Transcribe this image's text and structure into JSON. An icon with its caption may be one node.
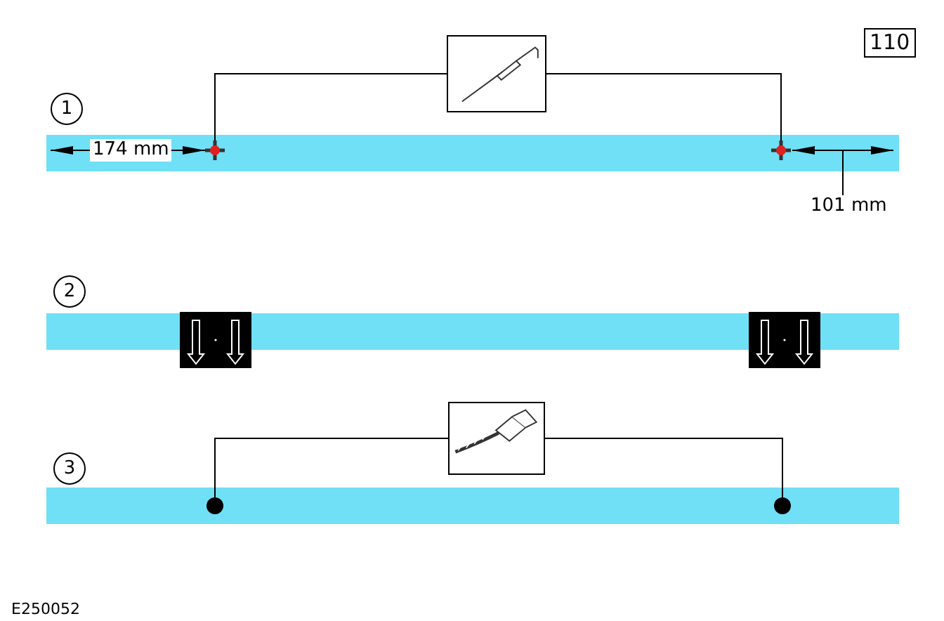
{
  "diagram": {
    "nodes": [
      {
        "text": [],
        "shape": "picture"
      },
      {
        "text": [],
        "shape": "cross"
      },
      {
        "text": [],
        "shape": "cross"
      },
      {
        "text": [],
        "shape": "picture"
      },
      {
        "text": [],
        "shape": "circle"
      },
      {
        "text": [],
        "shape": "circle"
      }
    ],
    "edges": [
      {
        "from": 0,
        "to": 1,
        "arrow": "none"
      },
      {
        "from": 0,
        "to": 2,
        "arrow": "none"
      },
      {
        "from": 3,
        "to": 4,
        "arrow": "none"
      },
      {
        "from": 3,
        "to": 5,
        "arrow": "none"
      }
    ],
    "labels": [
      "110",
      "1",
      "174 mm",
      "101 mm",
      "2",
      "3",
      "E250052"
    ]
  }
}
